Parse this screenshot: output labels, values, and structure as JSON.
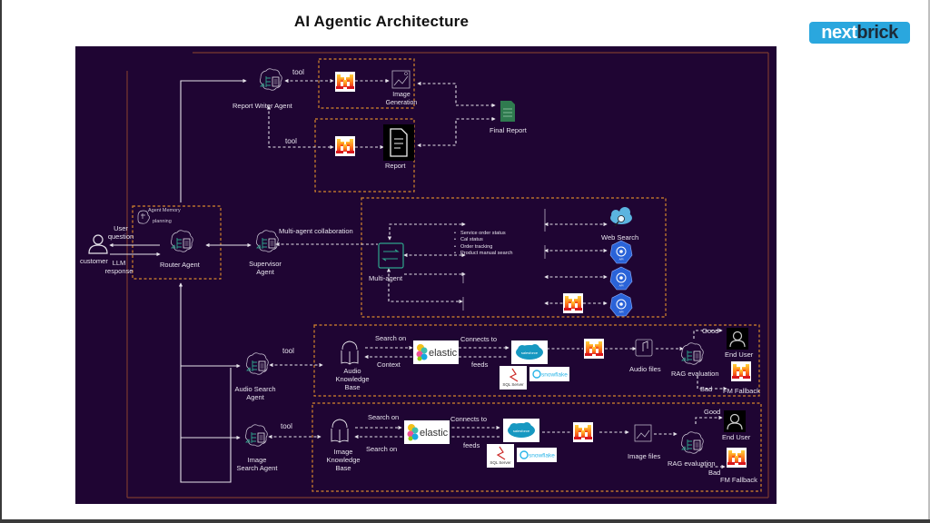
{
  "slide": {
    "title": "AI Agentic Architecture",
    "logo": {
      "part1": "next",
      "part2": "brick",
      "bg_color": "#2aa7de"
    }
  },
  "colors": {
    "canvas_bg": "#1f0533",
    "dashed_box": "#d6862b",
    "outer_frame": "#7a3a2e",
    "connector": "#e6e3ea",
    "agent_icon_accent": "#2ea58c"
  },
  "customer": {
    "label": "customer",
    "icon": "user-icon",
    "user_question": "User question",
    "llm_response": "LLM response"
  },
  "router": {
    "label": "Router Agent",
    "memory_label": "Agent Memory",
    "planning_label": "planning",
    "icon": "agent-icon"
  },
  "report_writer": {
    "label": "Report Writer Agent",
    "tool_label_1": "tool",
    "tool_label_2": "tool",
    "image_generation": "Image Generation",
    "report": "Report",
    "final_report": "Final Report"
  },
  "supervisor": {
    "label": "Supervisor Agent",
    "collab_label": "Multi-agent collaboration"
  },
  "multi_agent": {
    "label": "Multi-agent",
    "tasks": [
      "Service order status",
      "Cal status",
      "Order tracking",
      "Product manual search"
    ],
    "web_search": "Web Search",
    "endpoints": [
      "API",
      "API",
      "API"
    ]
  },
  "audio_search": {
    "agent_label": "Audio Search Agent",
    "tool_label": "tool",
    "kb_label": "Audio Knowledge Base",
    "search_on": "Search on",
    "context": "Context",
    "connects_to": "Connects to",
    "feeds": "feeds",
    "elastic": "elastic",
    "salesforce": "salesforce",
    "sqlserver": "SQL Server",
    "snowflake": "snowflake",
    "files": "Audio files",
    "rag": "RAG evaluation",
    "good": "Good",
    "bad": "Bad",
    "end_user": "End User",
    "fallback": "FM Fallback"
  },
  "image_search": {
    "agent_label": "Image Search Agent",
    "tool_label": "tool",
    "kb_label": "Image Knowledge Base",
    "search_on": "Search on",
    "search_on_2": "Search on",
    "connects_to": "Connects to",
    "feeds": "feeds",
    "elastic": "elastic",
    "salesforce": "salesforce",
    "sqlserver": "SQL Server",
    "snowflake": "snowflake",
    "files": "Image files",
    "rag": "RAG evaluation",
    "good": "Good",
    "bad": "Bad",
    "end_user": "End User",
    "fallback": "FM Fallback"
  }
}
